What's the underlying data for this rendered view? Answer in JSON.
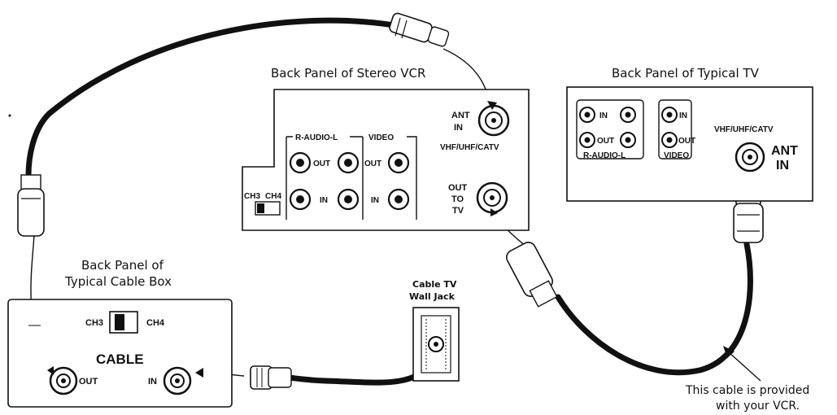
{
  "vcr": {
    "title": "Back Panel of Stereo VCR",
    "ant_in_1": "ANT",
    "ant_in_2": "IN",
    "vhf": "VHF/UHF/CATV",
    "out_to_tv_1": "OUT",
    "out_to_tv_2": "TO",
    "out_to_tv_3": "TV",
    "audio_header": "R-AUDIO-L",
    "video_header": "VIDEO",
    "out_label_1": "OUT",
    "out_label_2": "OUT",
    "in_label_1": "IN",
    "in_label_2": "IN",
    "ch3": "CH3",
    "ch4": "CH4"
  },
  "tv": {
    "title": "Back Panel of Typical TV",
    "in_label_1": "IN",
    "in_label_2": "IN",
    "out_label_1": "OUT",
    "out_label_2": "OUT",
    "audio_label": "R-AUDIO-L",
    "video_label": "VIDEO",
    "vhf": "VHF/UHF/CATV",
    "ant": "ANT",
    "in": "IN"
  },
  "cable_box": {
    "title_1": "Back Panel of",
    "title_2": "Typical Cable Box",
    "ch3": "CH3",
    "ch4": "CH4",
    "cable": "CABLE",
    "out": "OUT",
    "in": "IN"
  },
  "wall_jack": {
    "title_1": "Cable TV",
    "title_2": "Wall Jack"
  },
  "note": {
    "line_1": "This cable is provided",
    "line_2": "with your VCR."
  }
}
